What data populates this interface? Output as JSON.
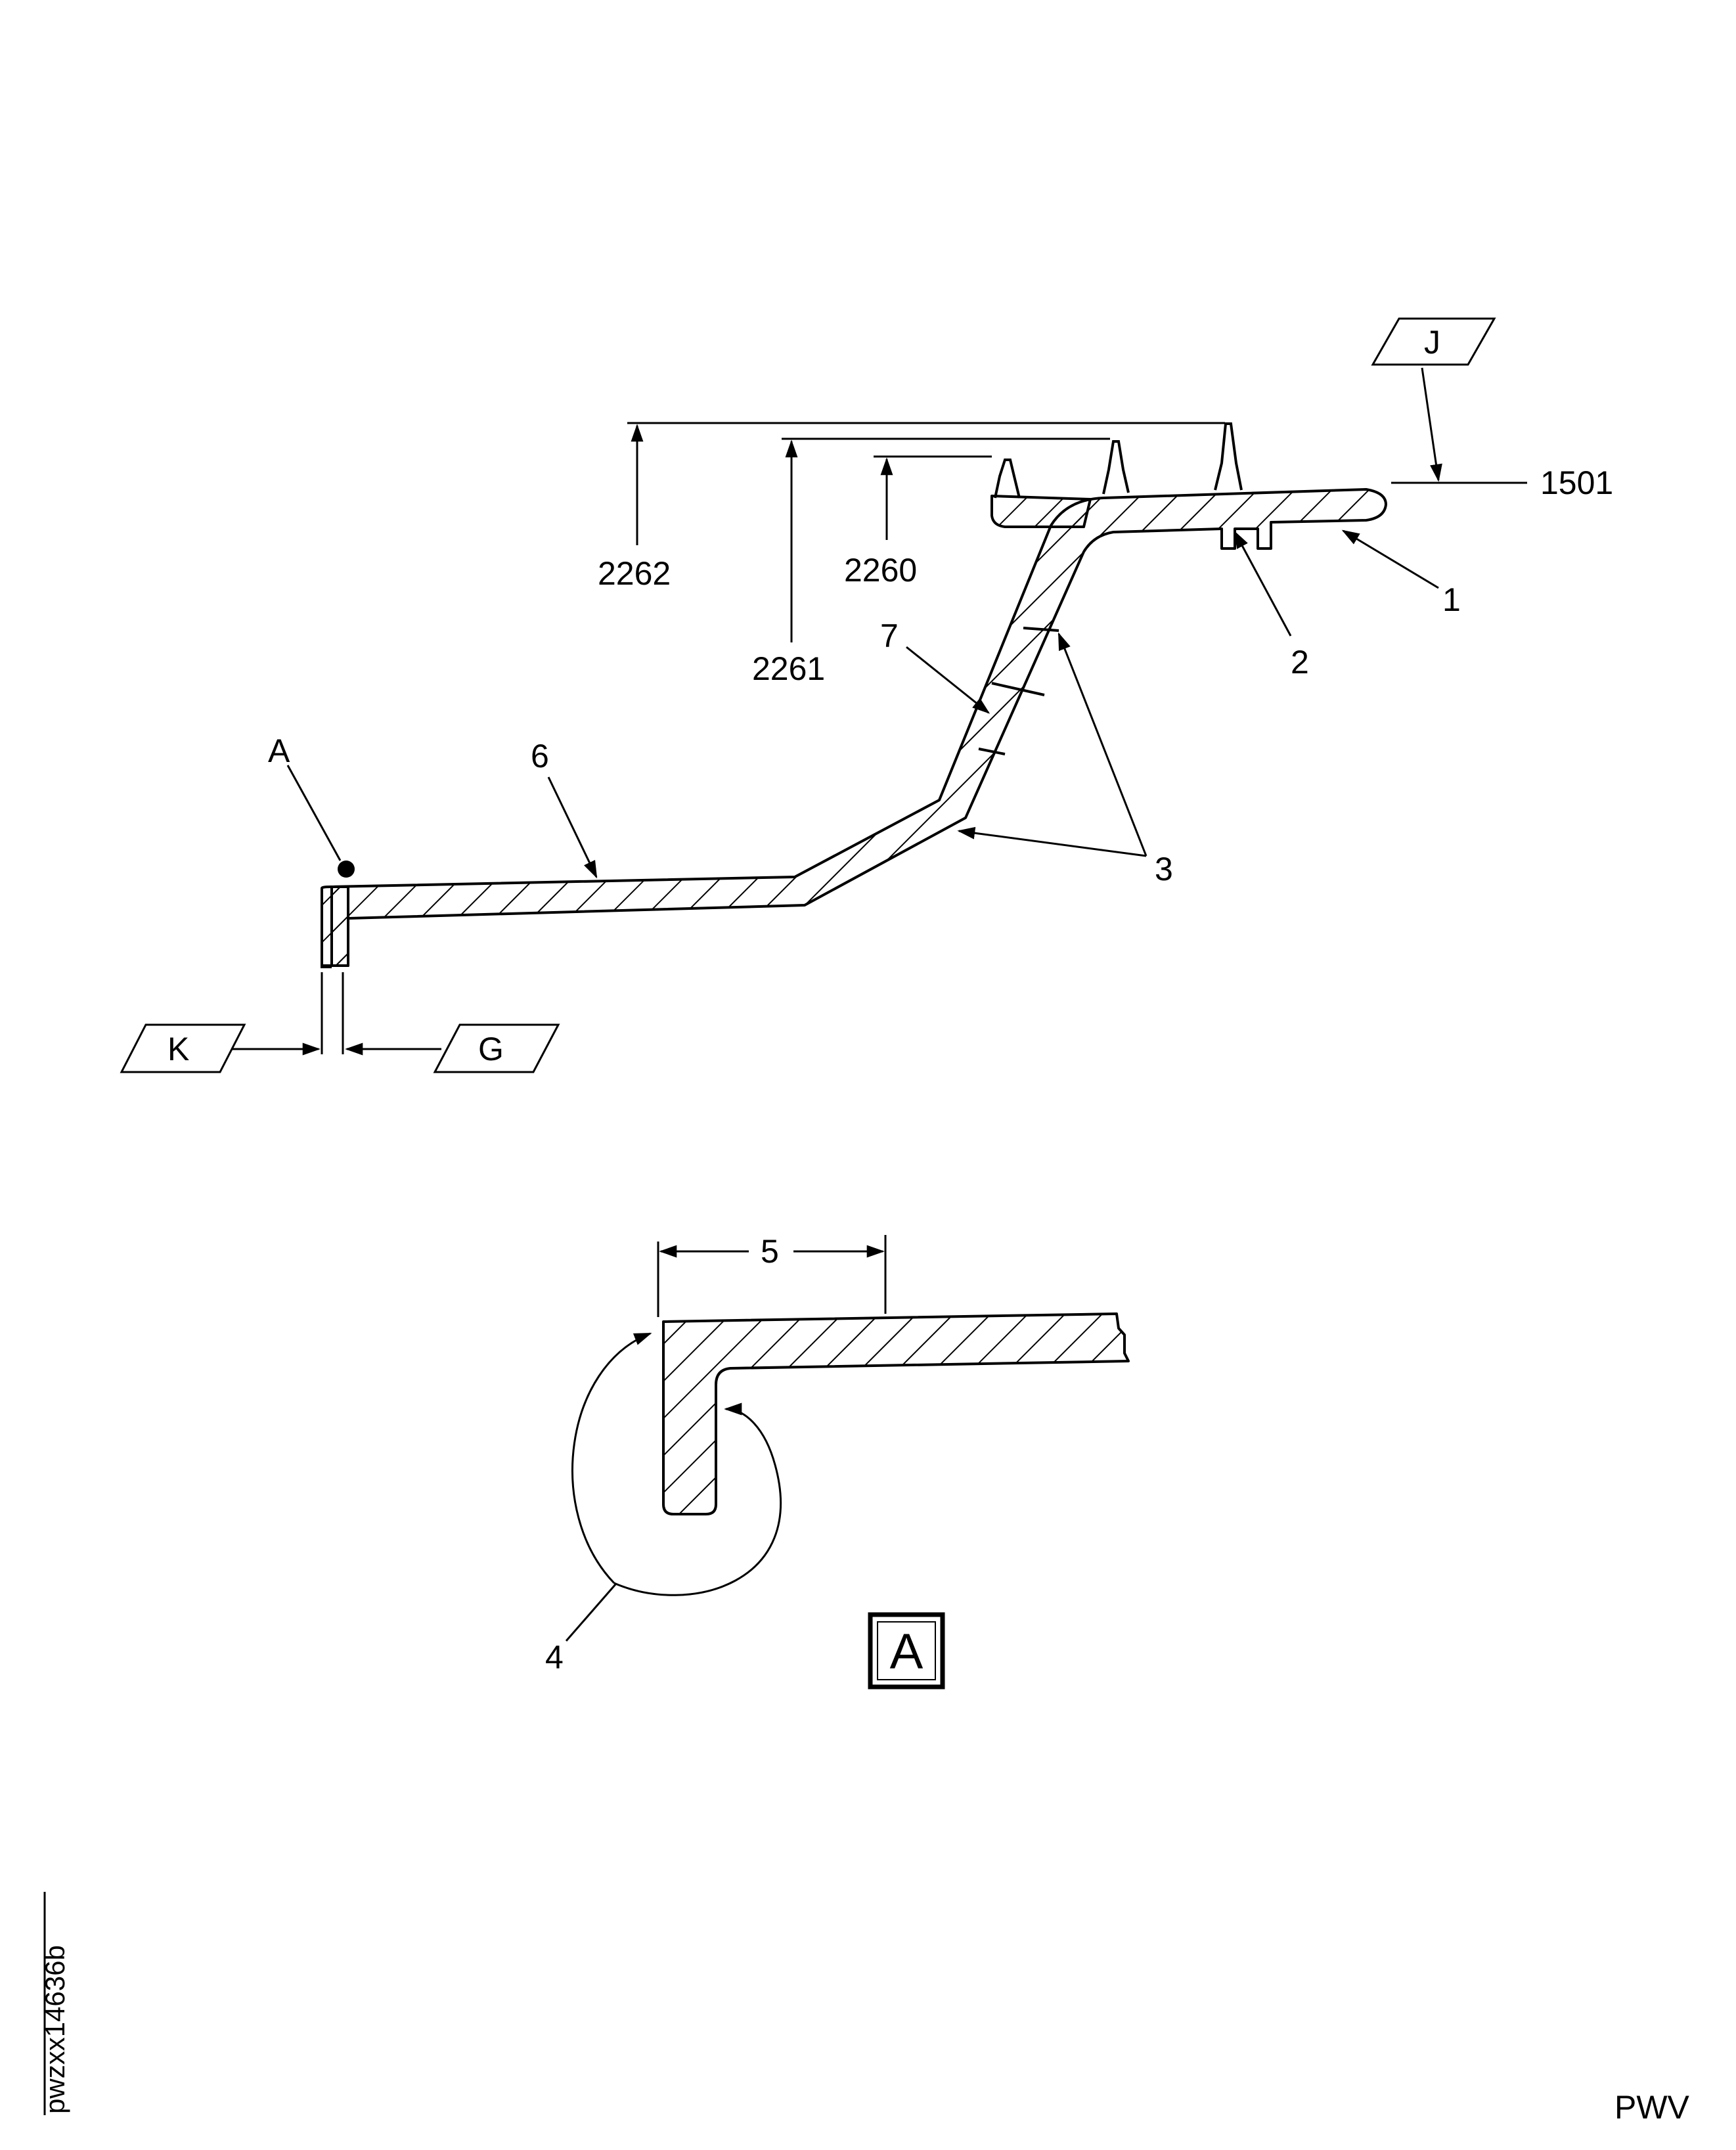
{
  "callouts": {
    "c1": "1",
    "c2": "2",
    "c3": "3",
    "c4": "4",
    "c5": "5",
    "c6": "6",
    "c7": "7",
    "dim_1501": "1501",
    "dim_2260": "2260",
    "dim_2261": "2261",
    "dim_2262": "2262",
    "view_ref": "A"
  },
  "datums": {
    "j": "J",
    "k": "K",
    "g": "G"
  },
  "detail_label": "A",
  "doc_id": "pwzxx14636b",
  "corner_code": "PWV"
}
